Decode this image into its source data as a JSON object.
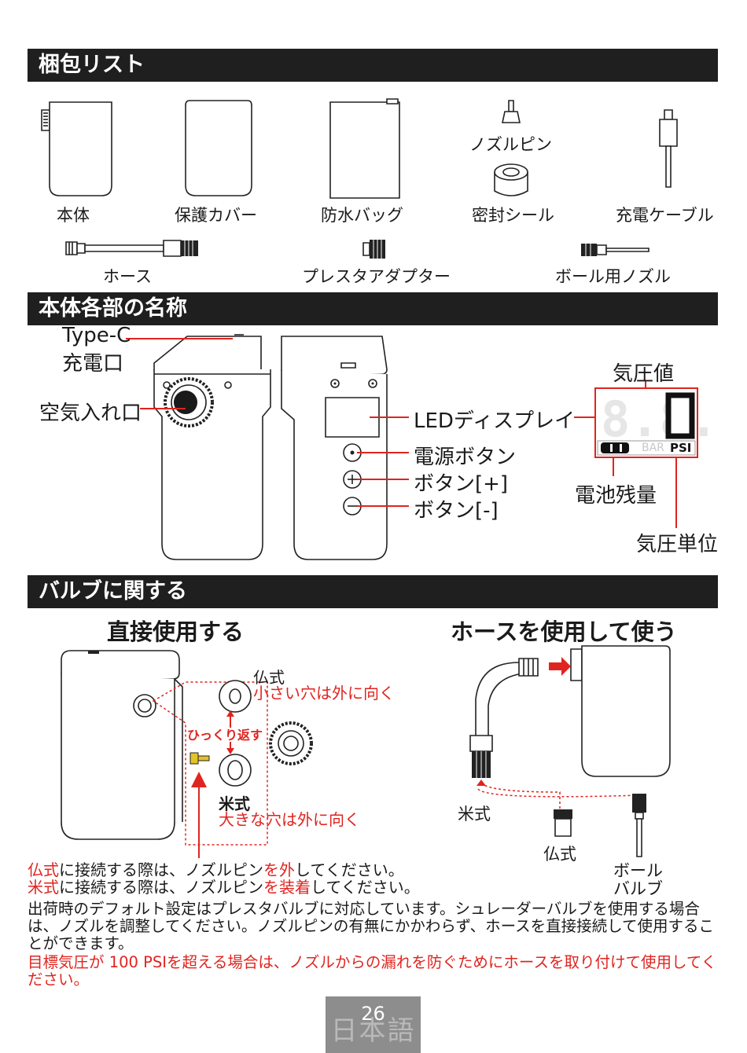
{
  "sections": {
    "packing": "梱包リスト",
    "parts": "本体各部の名称",
    "valve": "バルブに関する"
  },
  "packing_items": {
    "body": "本体",
    "cover": "保護カバー",
    "bag": "防水バッグ",
    "nozzle_pin": "ノズルピン",
    "seal": "密封シール",
    "cable": "充電ケーブル",
    "hose": "ホース",
    "presta_adapter": "プレスタアダプター",
    "ball_nozzle": "ボール用ノズル"
  },
  "parts_labels": {
    "typec_1": "Type-C",
    "typec_2": "充電口",
    "air_inlet": "空気入れ口",
    "pressure_value": "気圧値",
    "led_display": "LEDディスプレイ",
    "power_button": "電源ボタン",
    "plus_button": "ボタン[+]",
    "minus_button": "ボタン[-]",
    "battery_level": "電池残量",
    "pressure_unit": "気圧単位",
    "unit_bar": "BAR",
    "unit_psi": "PSI"
  },
  "valve": {
    "direct_title": "直接使用する",
    "hose_title": "ホースを使用して使う",
    "french": "仏式",
    "french_note": "小さい穴は外に向く",
    "flip": "ひっくり返す",
    "american": "米式",
    "american_note": "大きな穴は外に向く",
    "hose_american": "米式",
    "hose_french": "仏式",
    "ball_valve_1": "ボール",
    "ball_valve_2": "バルブ",
    "line1_red1": "仏式",
    "line1_black1": "に接続する際は、ノズルピン",
    "line1_red2": "を外",
    "line1_black2": "してください。",
    "line2_red1": "米式",
    "line2_black1": "に接続する際は、ノズルピン",
    "line2_red2": "を装着",
    "line2_black2": "してください。",
    "para1": "出荷時のデフォルト設定はプレスタバルブに対応しています。シュレーダーバルブを使用する場合は、ノズルを調整してください。ノズルピンの有無にかかわらず、ホースを直接接続して使用することができます。",
    "para2": "目標気圧が 100 PSIを超える場合は、ノズルからの漏れを防ぐためにホースを取り付けて使用してください。"
  },
  "footer": {
    "language": "日本語",
    "page": "26"
  }
}
